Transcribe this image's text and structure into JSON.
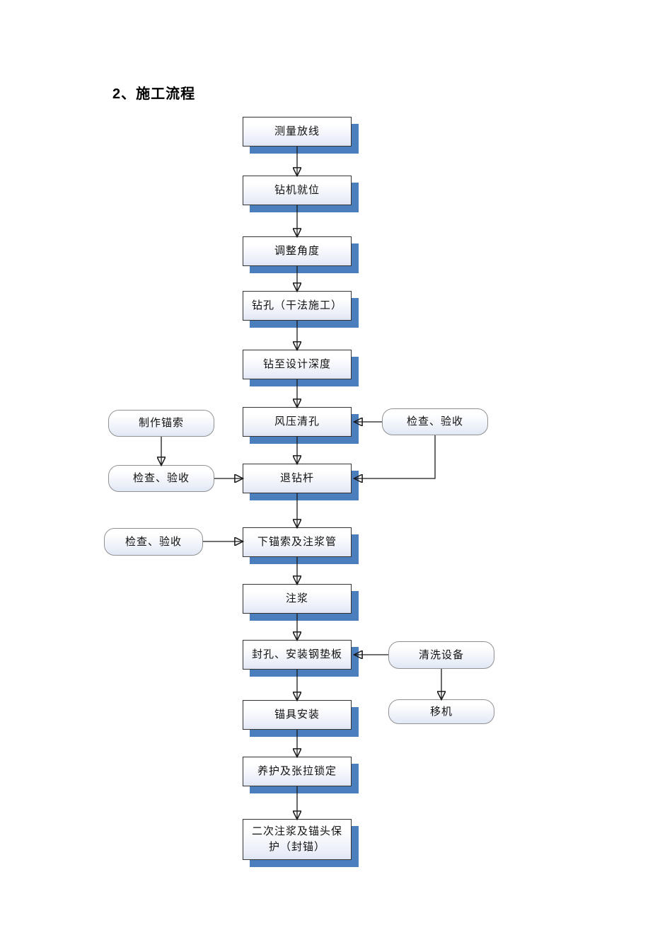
{
  "page": {
    "title": "2、施工流程"
  },
  "flowchart": {
    "main_steps": [
      {
        "label": "测量放线"
      },
      {
        "label": "钻机就位"
      },
      {
        "label": "调整角度"
      },
      {
        "label": "钻孔（干法施工）"
      },
      {
        "label": "钻至设计深度"
      },
      {
        "label": "风压清孔"
      },
      {
        "label": "退钻杆"
      },
      {
        "label": "下锚索及注浆管"
      },
      {
        "label": "注浆"
      },
      {
        "label": "封孔、安装钢垫板"
      },
      {
        "label": "锚具安装"
      },
      {
        "label": "养护及张拉锁定"
      },
      {
        "label": "二次注浆及锚头保护（封锚）"
      }
    ],
    "side_steps": [
      {
        "label": "制作锚索"
      },
      {
        "label": "检查、验收"
      },
      {
        "label": "检查、验收"
      },
      {
        "label": "检查、验收"
      },
      {
        "label": "清洗设备"
      },
      {
        "label": "移机"
      }
    ],
    "colors": {
      "shadow_blue": "#4a7ebc",
      "box_border": "#333333",
      "stadium_border": "#919191",
      "connector": "#1a1a1a"
    }
  }
}
